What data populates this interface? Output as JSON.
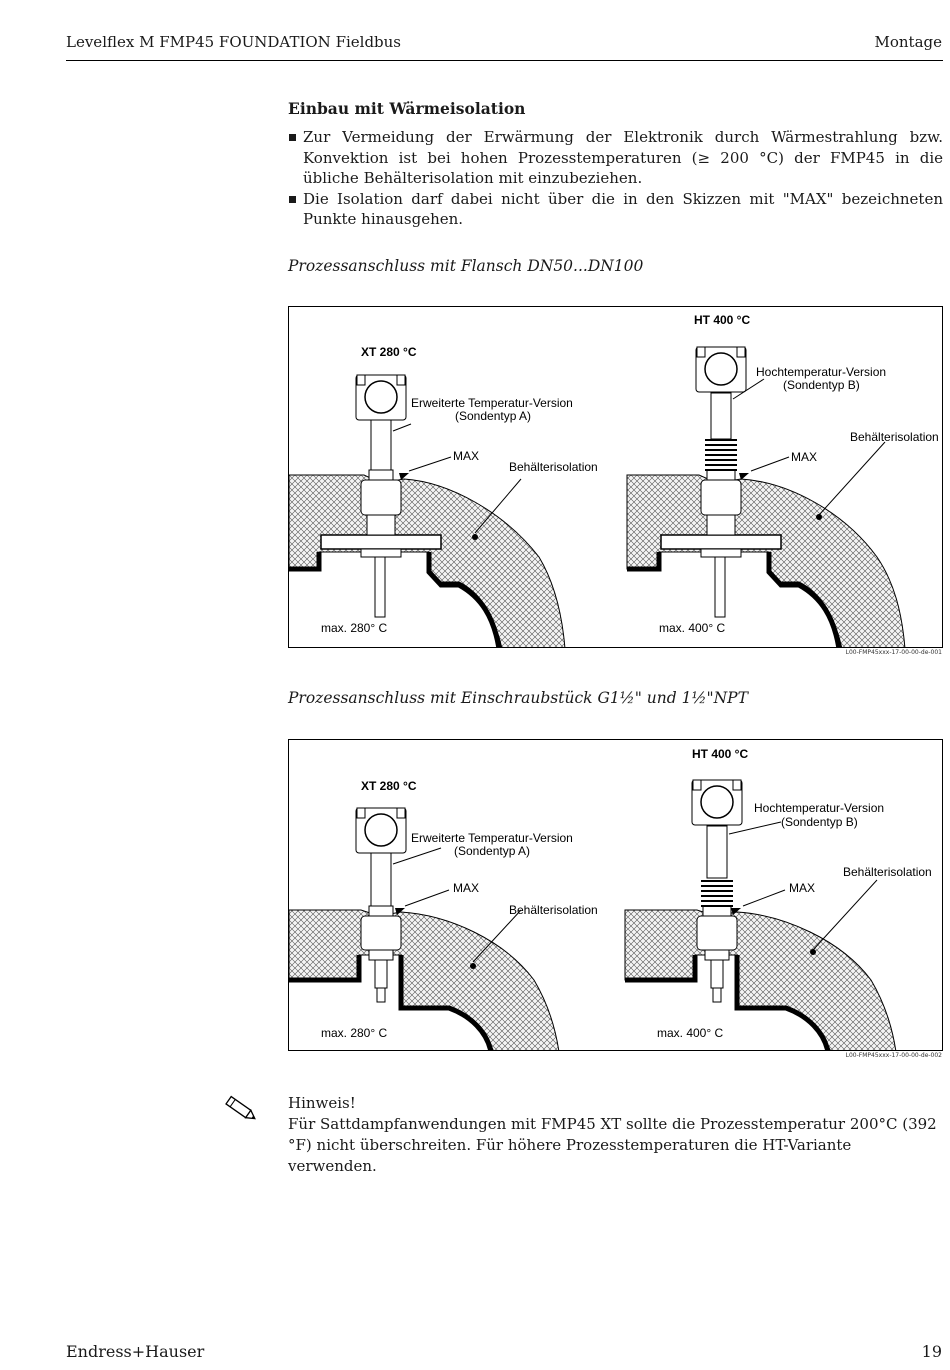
{
  "header": {
    "title": "Levelflex M FMP45 FOUNDATION Fieldbus",
    "section": "Montage"
  },
  "section_title": "Einbau mit Wärmeisolation",
  "bullets": [
    "Zur Vermeidung der Erwärmung der Elektronik durch Wärmestrahlung bzw. Konvektion ist bei hohen Prozesstemperaturen (≥ 200 °C) der FMP45 in die übliche Behälterisolation mit einzubeziehen.",
    "Die Isolation darf dabei nicht über die in den Skizzen mit \"MAX\" bezeichneten Punkte hinausgehen."
  ],
  "figure1": {
    "caption": "Prozessanschluss mit Flansch DN50...DN100",
    "xt_label": "XT 280 °C",
    "ht_label": "HT 400 °C",
    "ext_version_1": "Erweiterte Temperatur-Version",
    "ext_version_2": "(Sondentyp A)",
    "ht_version_1": "Hochtemperatur-Version",
    "ht_version_2": "(Sondentyp B)",
    "max_label": "MAX",
    "insulation": "Behälterisolation",
    "max_temp_left": "max. 280° C",
    "max_temp_right": "max. 400° C",
    "code": "L00-FMP45xxx-17-00-00-de-001"
  },
  "figure2": {
    "caption": "Prozessanschluss mit Einschraubstück G1½\" und 1½\"NPT",
    "xt_label": "XT 280 °C",
    "ht_label": "HT 400 °C",
    "ext_version_1": "Erweiterte Temperatur-Version",
    "ext_version_2": "(Sondentyp A)",
    "ht_version_1": "Hochtemperatur-Version",
    "ht_version_2": "(Sondentyp B)",
    "max_label": "MAX",
    "insulation": "Behälterisolation",
    "max_temp_left": "max. 280° C",
    "max_temp_right": "max. 400° C",
    "code": "L00-FMP45xxx-17-00-00-de-002"
  },
  "note": {
    "icon": "pencil-icon",
    "title": "Hinweis!",
    "text": "Für Sattdampfanwendungen mit FMP45 XT sollte die Prozesstemperatur 200°C (392 °F) nicht überschreiten. Für höhere Prozesstemperaturen die HT-Variante verwenden."
  },
  "footer": {
    "company": "Endress+Hauser",
    "page": "19"
  }
}
